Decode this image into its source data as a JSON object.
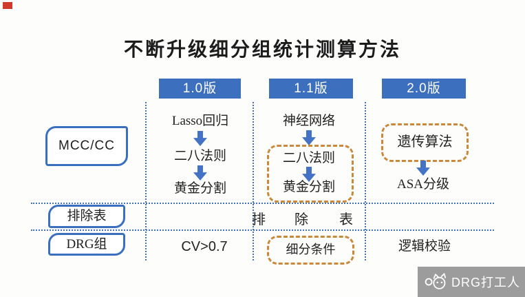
{
  "colors": {
    "header_blue": "#3d6fbf",
    "border_blue": "#3a6fc0",
    "dotted_line_blue": "#4170b8",
    "arrow_blue": "#4472c4",
    "dashed_orange": "#c9883a",
    "watermark_gray": "#9c9c9c",
    "record_red": "#ce3a2b"
  },
  "title": "不断升级细分组统计测算方法",
  "version_headers": [
    {
      "label": "1.0版"
    },
    {
      "label": "1.1版"
    },
    {
      "label": "2.0版"
    }
  ],
  "row_labels": {
    "mcc": "MCC/CC",
    "exclusion": "排除表",
    "drg": "DRG组"
  },
  "flow_v10": {
    "step1": "Lasso回归",
    "step2": "二八法则",
    "step3": "黄金分割"
  },
  "flow_v11": {
    "step1": "神经网络",
    "boxed_step1": "二八法则",
    "boxed_step2": "黄金分割"
  },
  "flow_v20": {
    "boxed_step": "遗传算法",
    "step2": "ASA分级"
  },
  "exclusion_row": {
    "char1": "排",
    "char2": "除",
    "char3": "表"
  },
  "drg_row": {
    "v10": "CV>0.7",
    "v11": "细分条件",
    "v20": "逻辑校验"
  },
  "watermark": {
    "label": "DRG打工人"
  }
}
